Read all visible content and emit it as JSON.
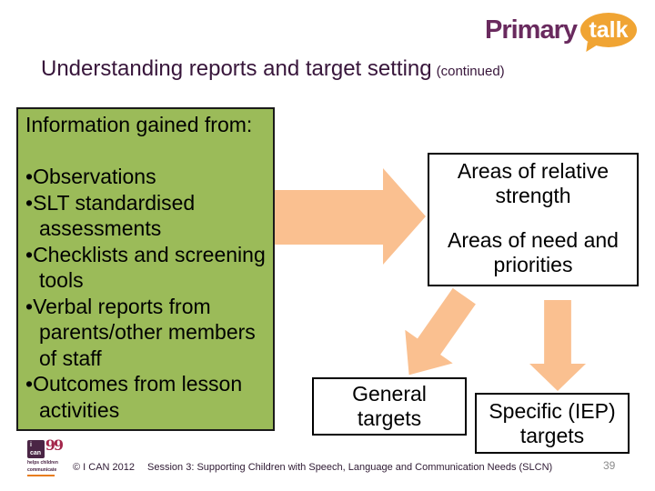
{
  "brand": {
    "primary": "Primary",
    "talk": "talk"
  },
  "title": {
    "text": "Understanding reports and target setting",
    "suffix": "(continued)"
  },
  "info_box": {
    "heading": "Information gained from:",
    "bullets": [
      "Observations",
      "SLT standardised assessments",
      "Checklists and screening tools",
      "Verbal reports from parents/other members of staff",
      "Outcomes from lesson activities"
    ]
  },
  "areas_box": {
    "strength": "Areas of relative strength",
    "need": "Areas of need and priorities"
  },
  "target_boxes": {
    "general": "General targets",
    "specific": "Specific (IEP) targets"
  },
  "footer": {
    "copyright": "© I CAN 2012",
    "session": "Session 3: Supporting Children with Speech, Language and Communication Needs (SLCN)",
    "page_number": "39"
  },
  "ican_logo": {
    "name": "i can",
    "quotes": "99",
    "tagline_line1": "helps children",
    "tagline_line2": "communicate"
  },
  "colors": {
    "green_box": "#9BBB59",
    "arrow_peach": "#FAC090",
    "title_text": "#38163B",
    "brand_purple": "#692A5E",
    "brand_orange": "#F0A433",
    "box_border": "#000000",
    "page_number_gray": "#8C8C8C"
  }
}
